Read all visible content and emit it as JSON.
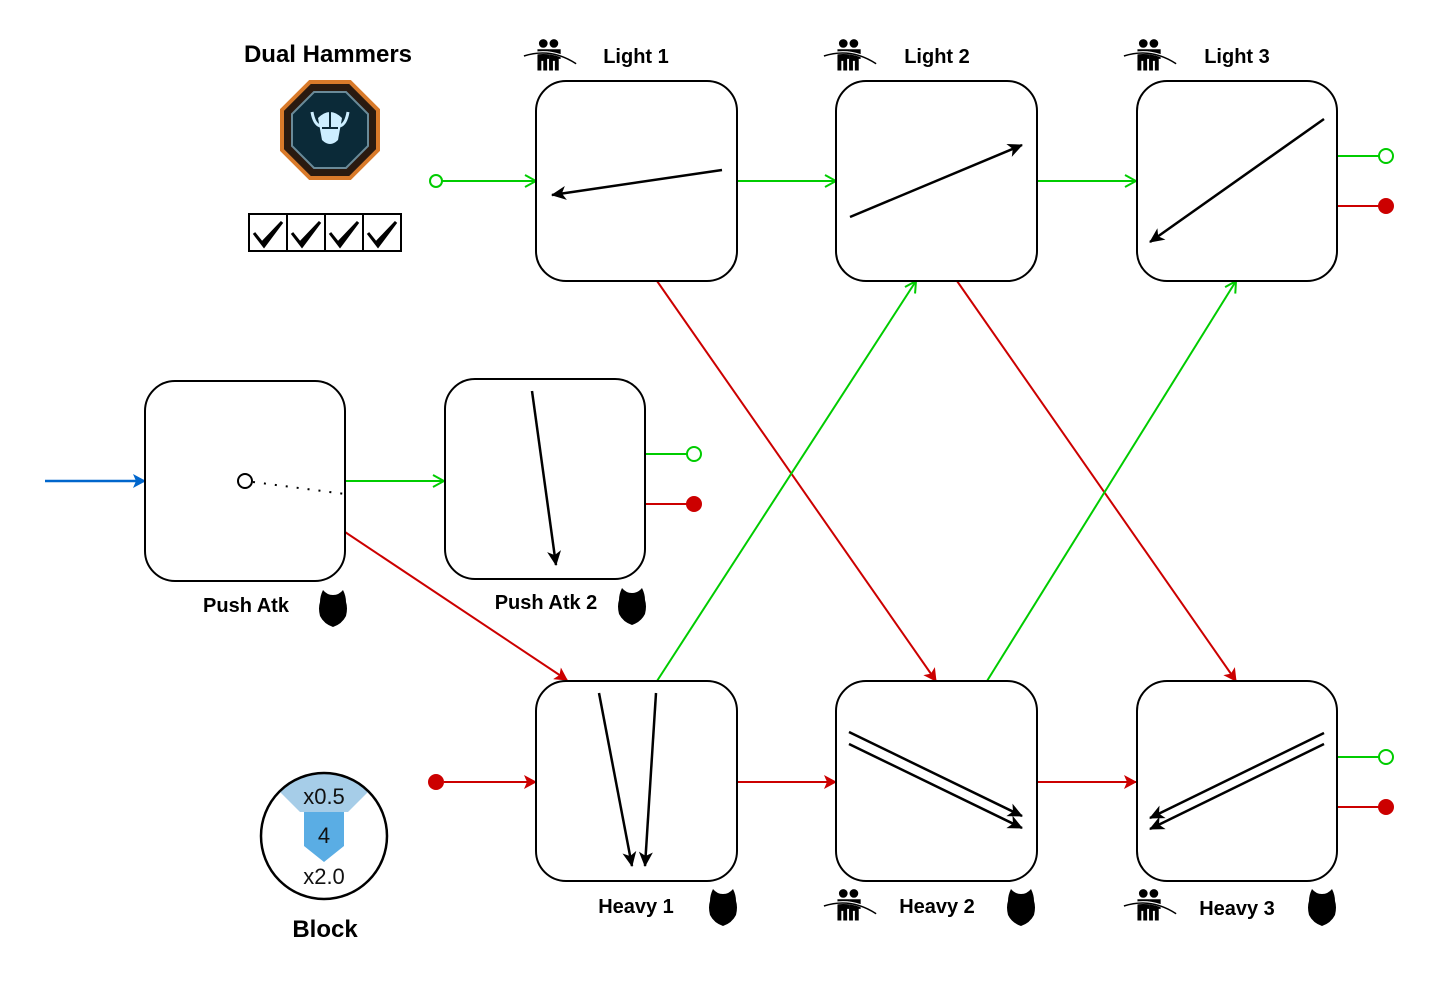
{
  "title": "Dual Hammers",
  "checks": [
    "check",
    "check",
    "check",
    "check"
  ],
  "colors": {
    "light_path": "#00CC00",
    "heavy_path": "#CC0000",
    "entry": "#0066CC",
    "block_top": "#A6CDE8",
    "block_mid": "#5AADE4"
  },
  "nodes": {
    "light1": {
      "label": "Light 1",
      "icon": "dodge-icon"
    },
    "light2": {
      "label": "Light 2",
      "icon": "dodge-icon"
    },
    "light3": {
      "label": "Light 3",
      "icon": "dodge-icon"
    },
    "heavy1": {
      "label": "Heavy 1",
      "icon": "armor-icon"
    },
    "heavy2": {
      "label": "Heavy 2",
      "icon": "armor-icon"
    },
    "heavy3": {
      "label": "Heavy 3",
      "icon": "armor-icon"
    },
    "push1": {
      "label": "Push Atk",
      "icon": "armor-icon"
    },
    "push2": {
      "label": "Push Atk 2",
      "icon": "armor-icon"
    }
  },
  "block": {
    "label": "Block",
    "top": "x0.5",
    "value": "4",
    "bottom": "x2.0"
  }
}
